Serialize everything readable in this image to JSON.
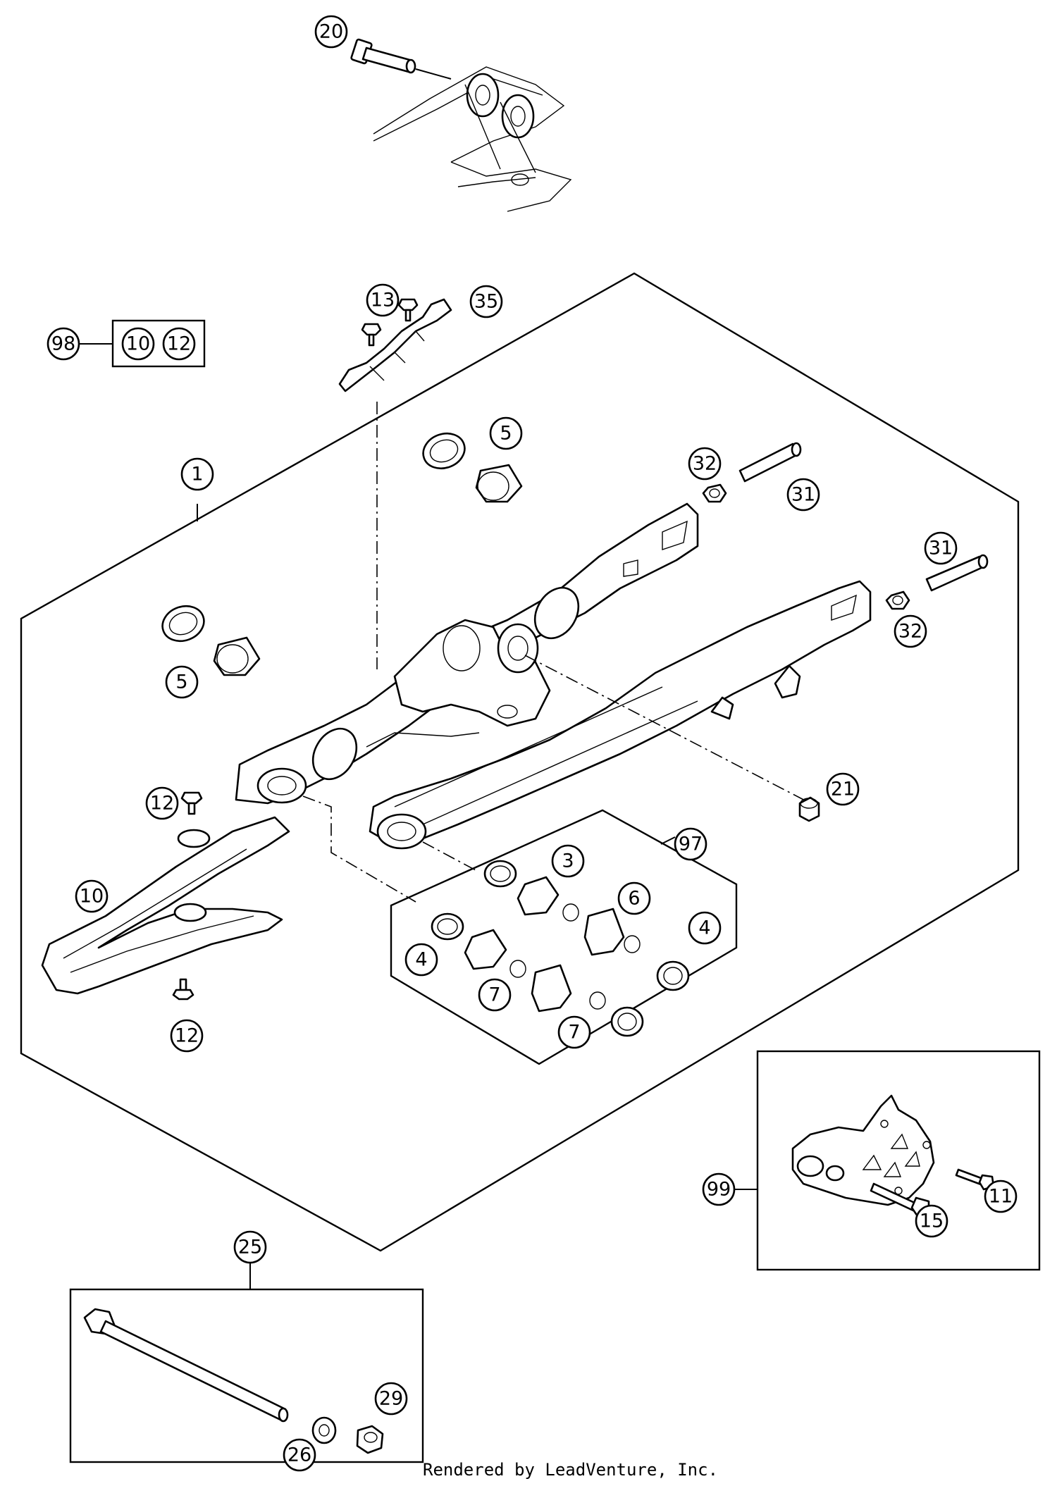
{
  "footer": "Rendered by LeadVenture, Inc.",
  "callouts": {
    "c20": "20",
    "c13": "13",
    "c35": "35",
    "c98": "98",
    "c10a": "10",
    "c12a": "12",
    "c1": "1",
    "c5a": "5",
    "c32a": "32",
    "c31a": "31",
    "c31b": "31",
    "c32b": "32",
    "c5b": "5",
    "c21": "21",
    "c12b": "12",
    "c97": "97",
    "c3": "3",
    "c6": "6",
    "c4a": "4",
    "c4b": "4",
    "c10b": "10",
    "c7a": "7",
    "c7b": "7",
    "c12c": "12",
    "c99": "99",
    "c11": "11",
    "c15": "15",
    "c25": "25",
    "c29": "29",
    "c26": "26"
  }
}
